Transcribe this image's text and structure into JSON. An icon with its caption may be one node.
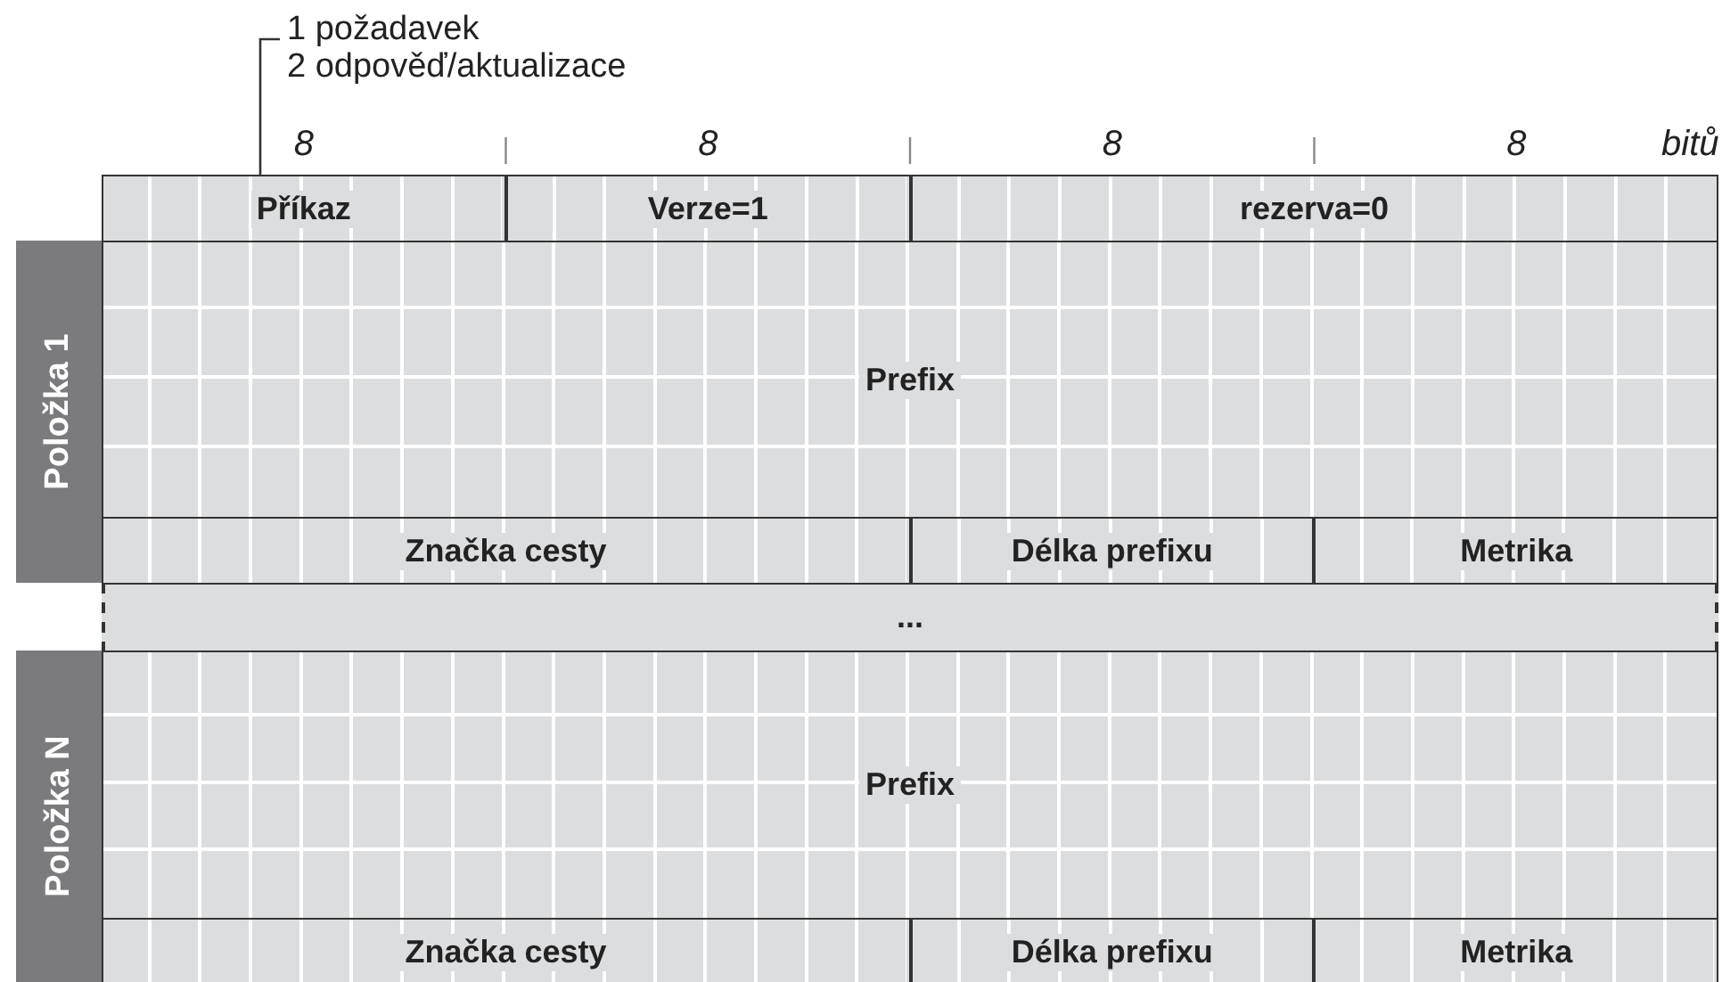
{
  "diagram": {
    "nodes": [
      {
        "text": [
          "1 požadavek",
          "2 odpověď/aktualizace"
        ]
      },
      {
        "text": [
          "Příkaz"
        ]
      },
      {
        "text": [
          "Verze=1"
        ]
      },
      {
        "text": [
          "rezerva=0"
        ]
      },
      {
        "text": [
          "Položka 1"
        ]
      },
      {
        "text": [
          "Prefix"
        ]
      },
      {
        "text": [
          "Značka cesty"
        ]
      },
      {
        "text": [
          "Délka prefixu"
        ]
      },
      {
        "text": [
          "Metrika"
        ]
      },
      {
        "text": [
          "..."
        ]
      },
      {
        "text": [
          "Položka N"
        ]
      },
      {
        "text": [
          "Prefix"
        ]
      },
      {
        "text": [
          "Značka cesty"
        ]
      },
      {
        "text": [
          "Délka prefixu"
        ]
      },
      {
        "text": [
          "Metrika"
        ]
      }
    ],
    "edges": [
      {
        "from": 0,
        "to": 1,
        "arrow": "none"
      }
    ],
    "labels": [
      "8",
      "8",
      "8",
      "8",
      "bitů"
    ]
  }
}
